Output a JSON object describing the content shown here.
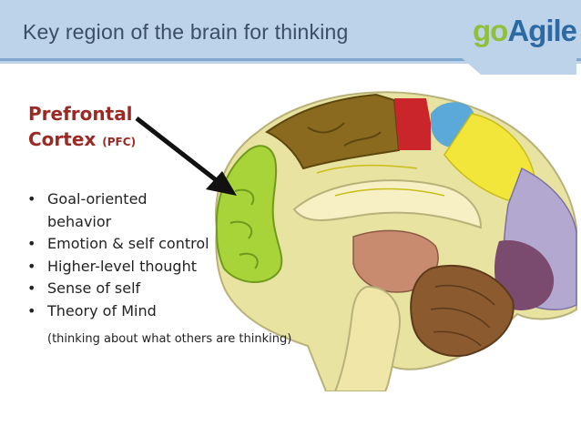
{
  "header": {
    "title": "Key region of the brain for thinking",
    "logo_go": "go",
    "logo_agile": "Agile"
  },
  "heading": {
    "line1": "Prefrontal",
    "line2": "Cortex",
    "abbr": "(PFC)"
  },
  "bullets": [
    "Goal-oriented",
    "behavior",
    "Emotion & self control",
    "Higher-level thought",
    "Sense of self",
    "Theory of Mind"
  ],
  "note": "(thinking about what others are thinking)",
  "colors": {
    "header_bg": "#bcd3ea",
    "title_text": "#3b4e63",
    "heading_text": "#9c2a24",
    "logo_go": "#8fbf3b",
    "logo_agile": "#2c6aa4",
    "pfc_region": "#a8d43a"
  },
  "icons": [
    "brain-illustration",
    "pointer-arrow"
  ]
}
